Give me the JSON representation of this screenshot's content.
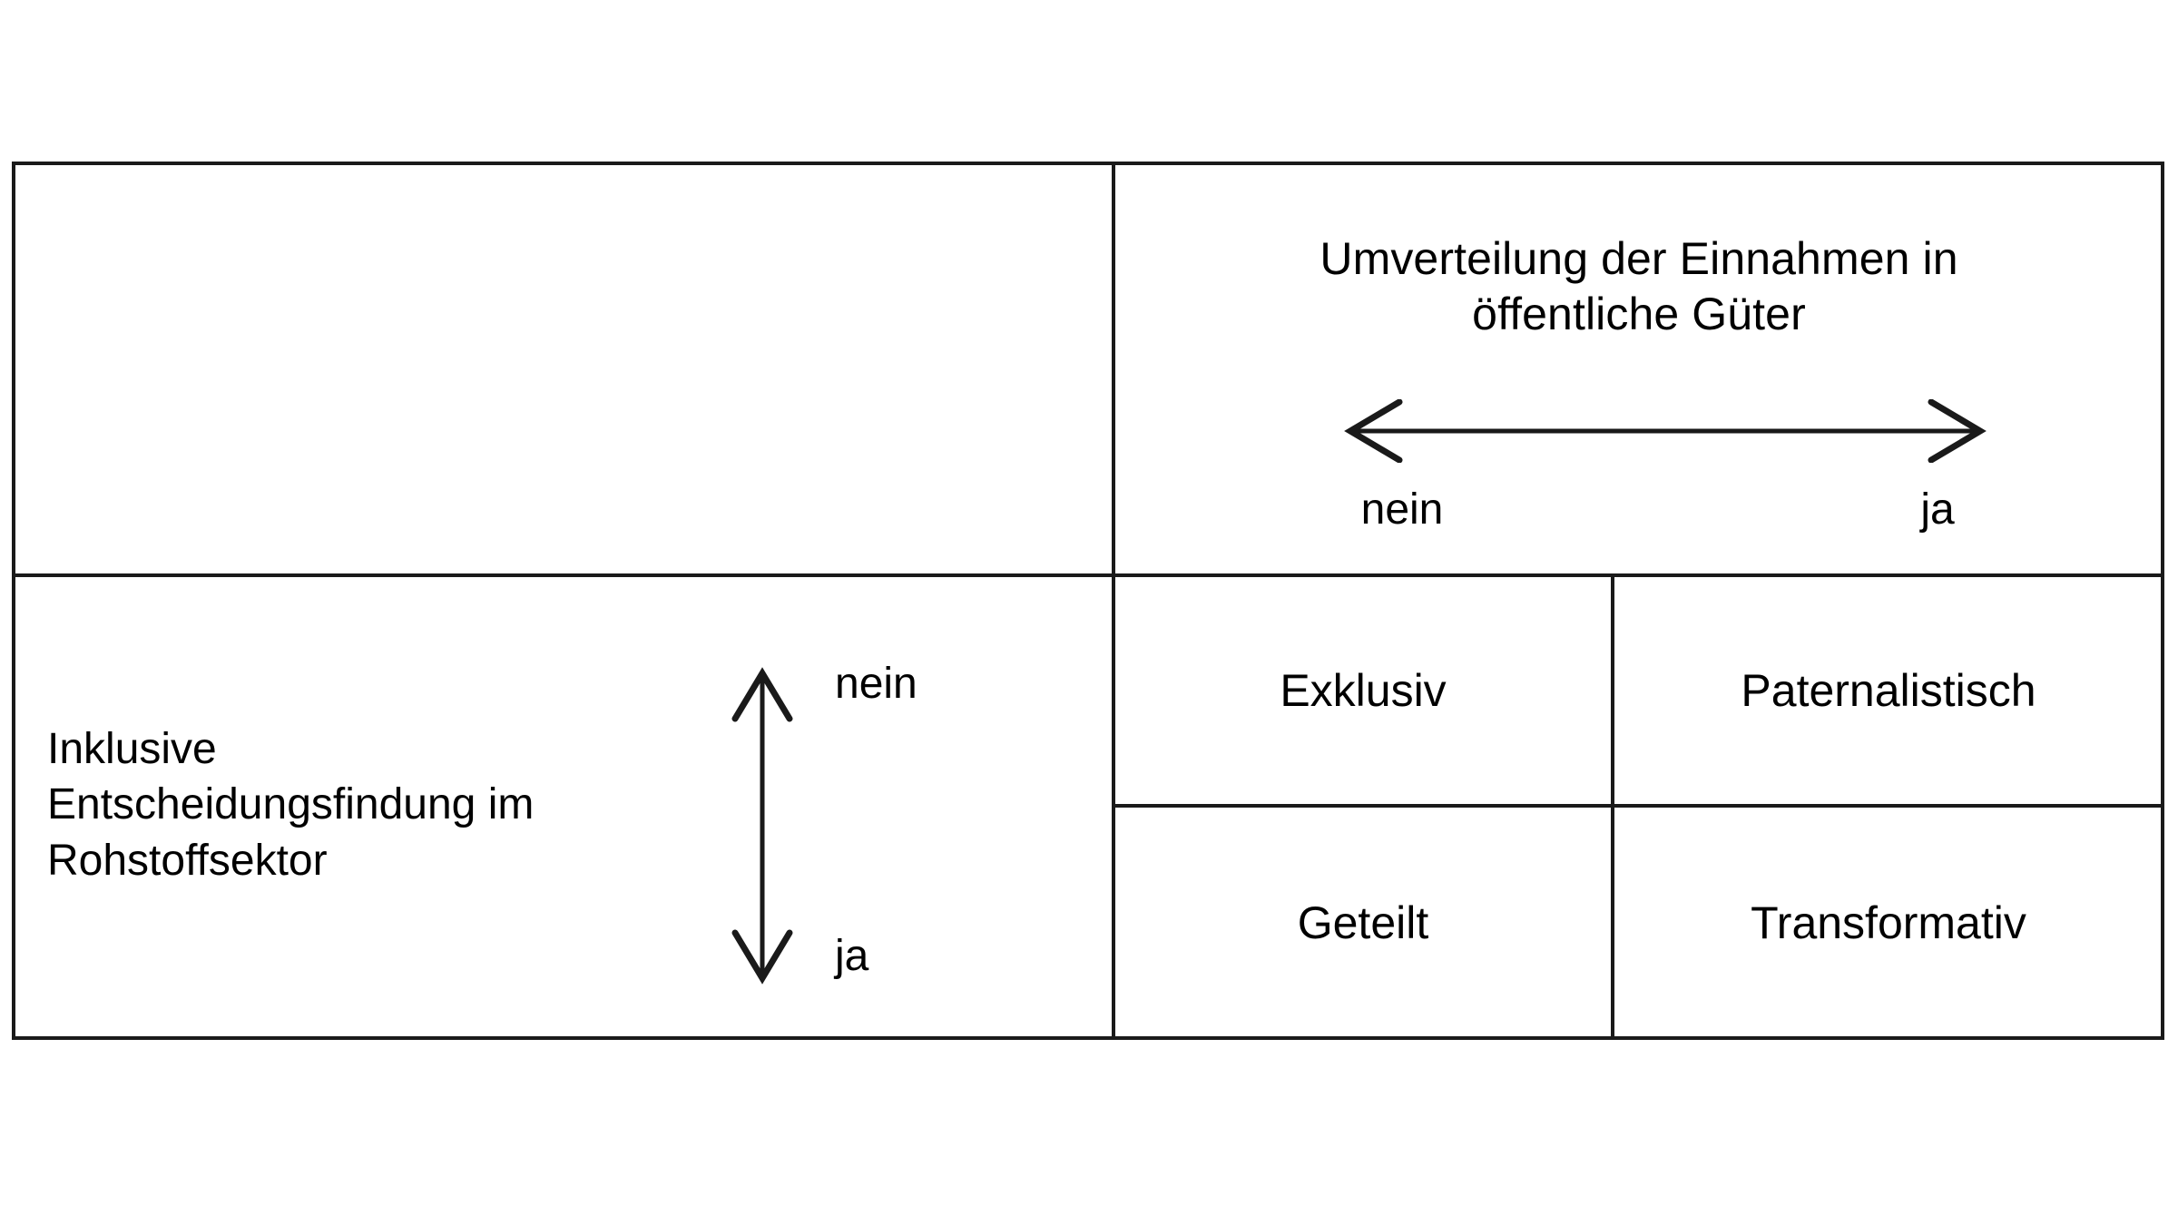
{
  "matrix": {
    "column_axis": {
      "title_lines": [
        "Umverteilung der Einnahmen in",
        "öffentliche Güter"
      ],
      "low_label": "nein",
      "high_label": "ja",
      "arrow": "double-headed-horizontal-arrow"
    },
    "row_axis": {
      "title_lines": [
        "Inklusive",
        "Entscheidungsfindung im",
        "Rohstoffsektor"
      ],
      "low_label": "nein",
      "high_label": "ja",
      "arrow": "double-headed-vertical-arrow"
    },
    "quadrants": [
      {
        "id": "exklusiv",
        "label": "Exklusiv",
        "row": "nein",
        "column": "nein"
      },
      {
        "id": "paternal",
        "label": "Paternalistisch",
        "row": "nein",
        "column": "ja"
      },
      {
        "id": "geteilt",
        "label": "Geteilt",
        "row": "ja",
        "column": "nein"
      },
      {
        "id": "transformativ",
        "label": "Transformativ",
        "row": "ja",
        "column": "ja"
      }
    ],
    "colors": {
      "border": "#1a1a1a",
      "background": "#ffffff",
      "text": "#000000"
    }
  }
}
